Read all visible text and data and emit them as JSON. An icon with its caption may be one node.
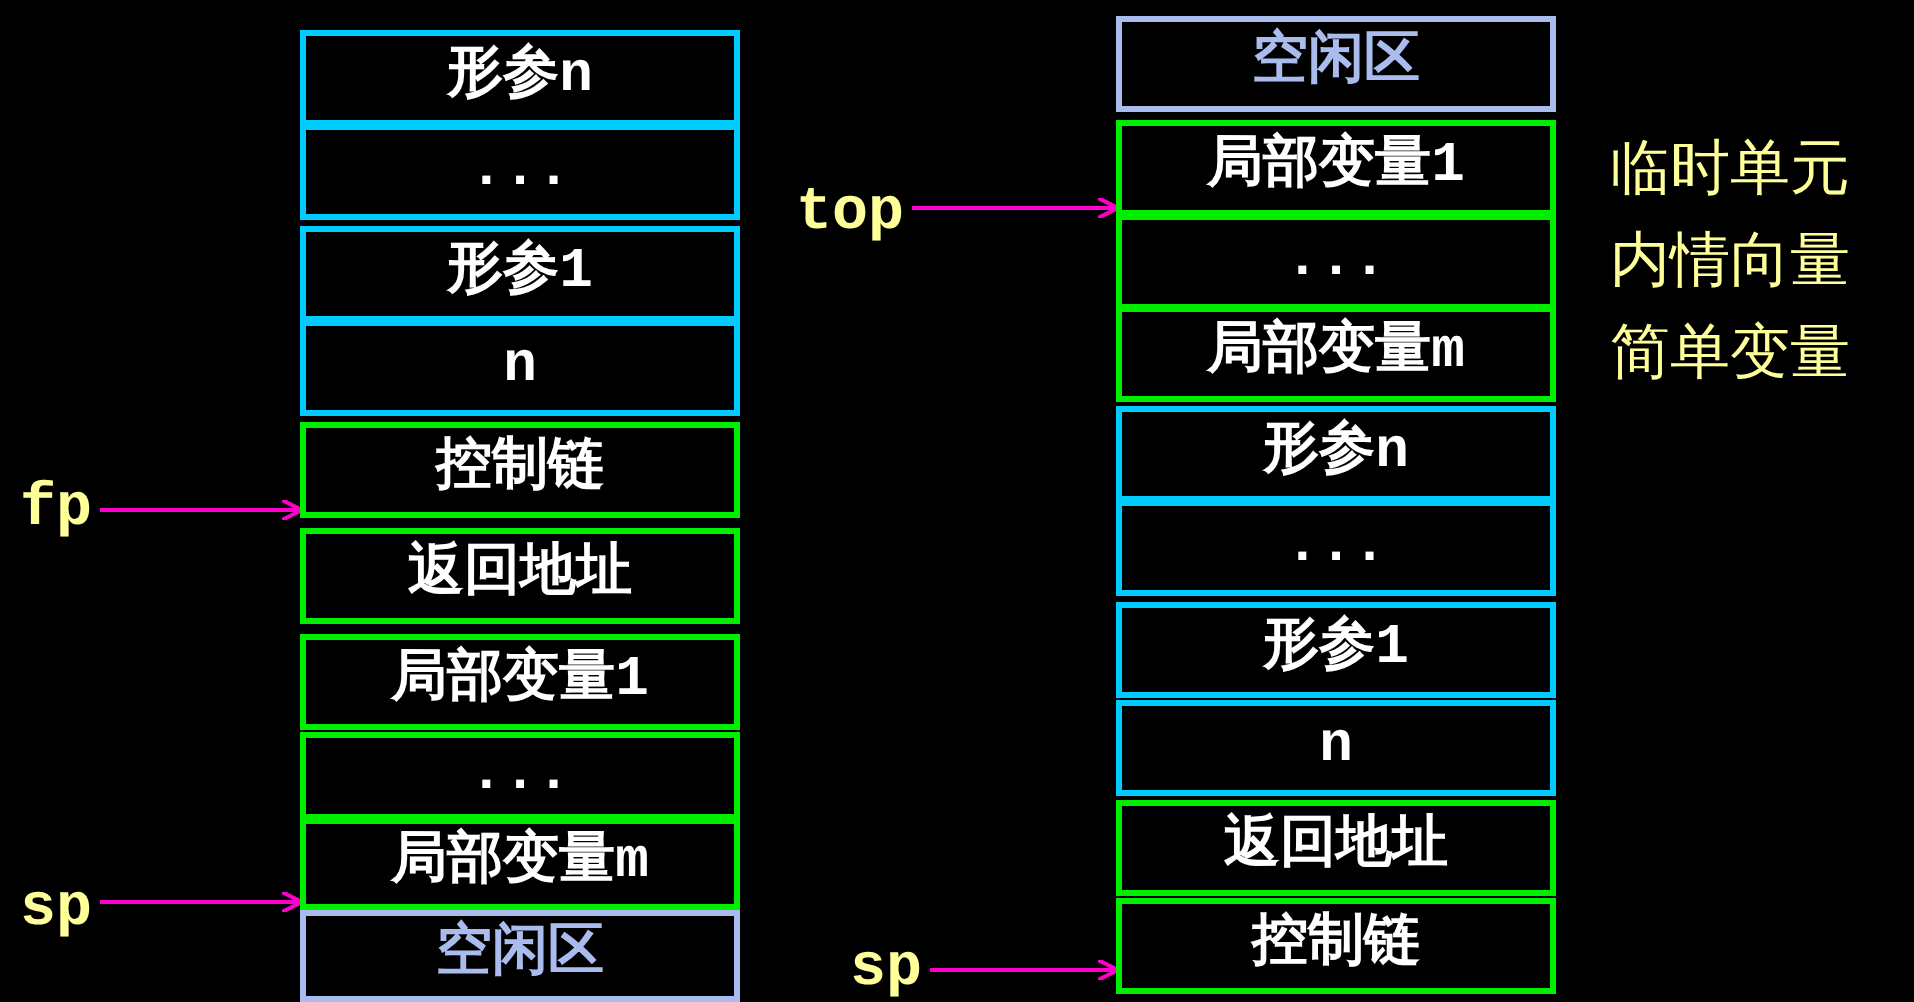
{
  "diagram": {
    "nodes": [
      {
        "text": [
          "形参n"
        ]
      },
      {
        "text": [
          "..."
        ]
      },
      {
        "text": [
          "形参1"
        ]
      },
      {
        "text": [
          "n"
        ]
      },
      {
        "text": [
          "控制链"
        ]
      },
      {
        "text": [
          "返回地址"
        ]
      },
      {
        "text": [
          "局部变量1"
        ]
      },
      {
        "text": [
          "..."
        ]
      },
      {
        "text": [
          "局部变量m"
        ]
      },
      {
        "text": [
          "空闲区"
        ]
      },
      {
        "text": [
          "fp"
        ]
      },
      {
        "text": [
          "sp"
        ]
      },
      {
        "text": [
          "空闲区"
        ]
      },
      {
        "text": [
          "局部变量1"
        ]
      },
      {
        "text": [
          "..."
        ]
      },
      {
        "text": [
          "局部变量m"
        ]
      },
      {
        "text": [
          "形参n"
        ]
      },
      {
        "text": [
          "..."
        ]
      },
      {
        "text": [
          "形参1"
        ]
      },
      {
        "text": [
          "n"
        ]
      },
      {
        "text": [
          "返回地址"
        ]
      },
      {
        "text": [
          "控制链"
        ]
      },
      {
        "text": [
          "top"
        ]
      },
      {
        "text": [
          "sp"
        ]
      }
    ],
    "edges": [
      {
        "from": 10,
        "to": 4,
        "arrow": "to"
      },
      {
        "from": 11,
        "to": 8,
        "arrow": "to"
      },
      {
        "from": 22,
        "to": 13,
        "arrow": "to"
      },
      {
        "from": 23,
        "to": 21,
        "arrow": "to"
      }
    ],
    "labels": [
      "临时单元",
      "内情向量",
      "简单变量"
    ]
  }
}
